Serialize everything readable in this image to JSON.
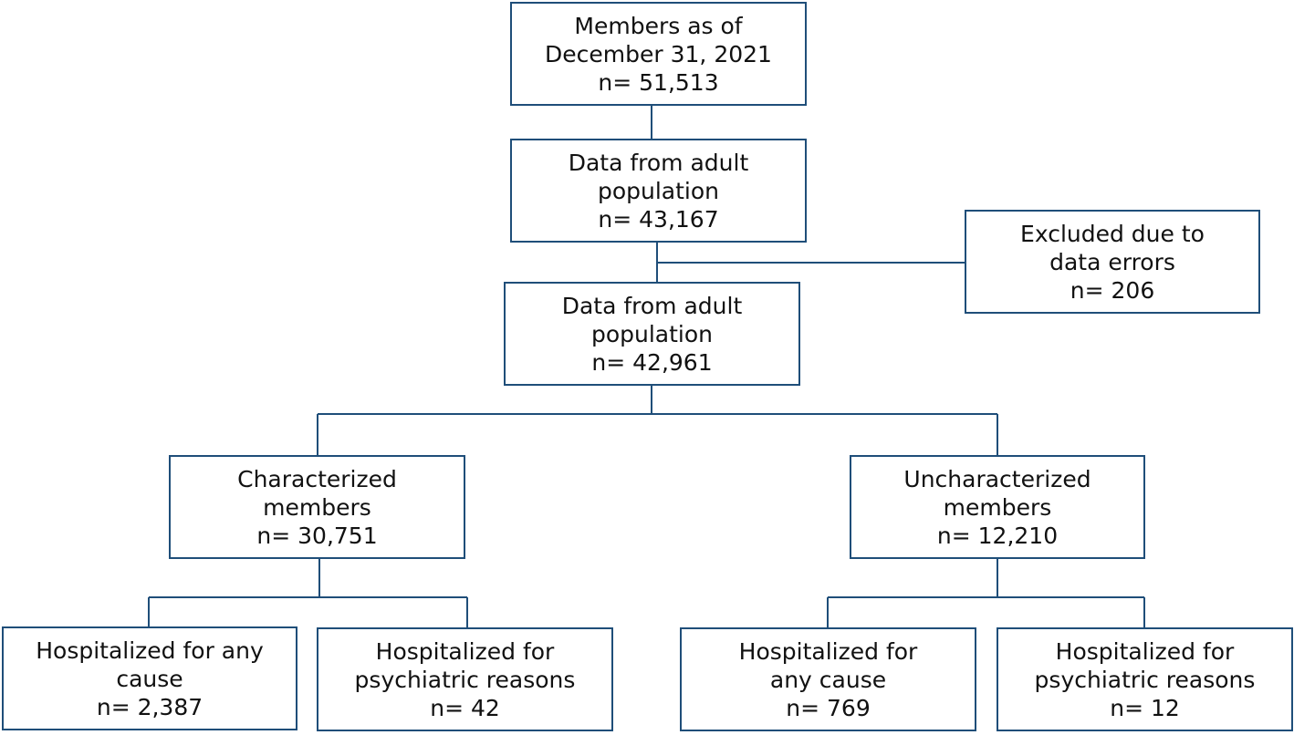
{
  "nodes": {
    "members": {
      "lines": [
        "Members as of",
        "December 31, 2021",
        "n= 51,513"
      ]
    },
    "adult_population": {
      "lines": [
        "Data from adult",
        "population",
        "n= 43,167"
      ]
    },
    "excluded": {
      "lines": [
        "Excluded due to",
        "data errors",
        "n= 206"
      ]
    },
    "adult_population_final": {
      "lines": [
        "Data from adult",
        "population",
        "n= 42,961"
      ]
    },
    "characterized": {
      "lines": [
        "Characterized",
        "members",
        "n= 30,751"
      ]
    },
    "uncharacterized": {
      "lines": [
        "Uncharacterized",
        "members",
        "n= 12,210"
      ]
    },
    "char_any_cause": {
      "lines": [
        "Hospitalized for any",
        "cause",
        "n= 2,387"
      ]
    },
    "char_psychiatric": {
      "lines": [
        "Hospitalized for",
        "psychiatric reasons",
        "n= 42"
      ]
    },
    "unchar_any_cause": {
      "lines": [
        "Hospitalized for",
        "any cause",
        "n= 769"
      ]
    },
    "unchar_psychiatric": {
      "lines": [
        "Hospitalized for",
        "psychiatric reasons",
        "n= 12"
      ]
    }
  },
  "colors": {
    "border": "#1f4e79",
    "text": "#111111"
  }
}
